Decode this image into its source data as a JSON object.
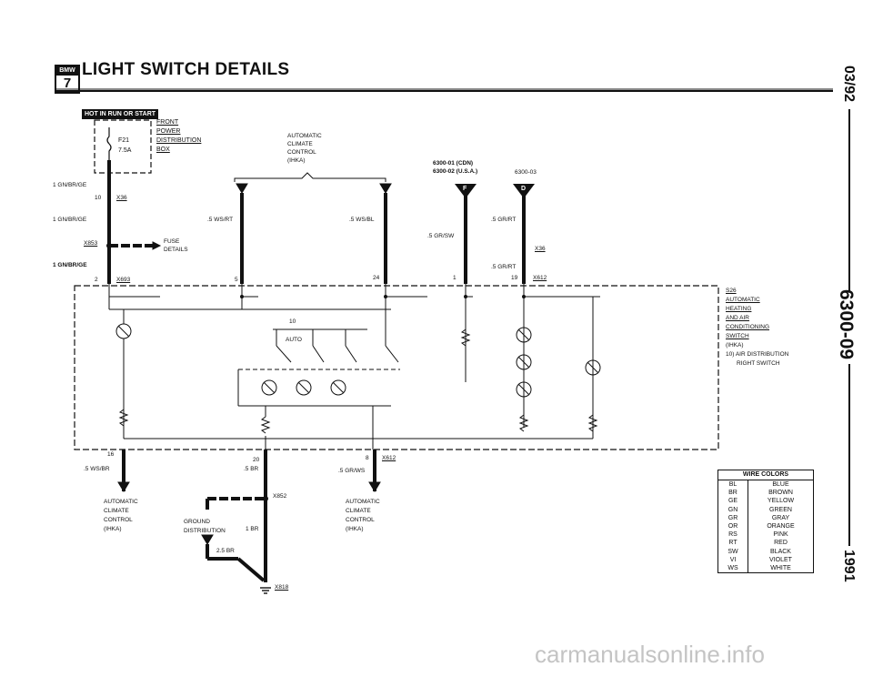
{
  "header": {
    "logo_top": "BMW",
    "logo_bottom": "7",
    "title": "LIGHT SWITCH DETAILS"
  },
  "side": {
    "date": "03/92",
    "code": "6300-09",
    "year": "1991"
  },
  "banner": "HOT IN RUN OR START",
  "fuse": {
    "id": "F21",
    "rating": "7.5A"
  },
  "front_box": [
    "FRONT",
    "POWER",
    "DISTRIBUTION",
    "BOX"
  ],
  "wires": {
    "w1": "1 GN/BR/GE",
    "w2": "1 GN/BR/GE",
    "w3": "1 GN/BR/GE",
    "ws_rt": ".5 WS/RT",
    "ws_bl": ".5 WS/BL",
    "gr_sw": ".5 GR/SW",
    "gr_rt_a": ".5 GR/RT",
    "gr_rt_b": ".5 GR/RT",
    "ws_br": ".5 WS/BR",
    "br": ".5 BR",
    "gr_ws": ".5 GR/WS",
    "br1": "1 BR",
    "br25": "2.5 BR"
  },
  "connectors": {
    "x36a": "X36",
    "x36b": "X36",
    "x853": "X853",
    "x693": "X693",
    "x612a": "X612",
    "x612b": "X612",
    "x852": "X852",
    "x818": "X818"
  },
  "pins": {
    "p10": "10",
    "p2": "2",
    "p5": "5",
    "p24": "24",
    "p1": "1",
    "p19": "19",
    "p16": "16",
    "p20": "20",
    "p8": "8",
    "p10b": "10"
  },
  "fuse_details": [
    "FUSE",
    "DETAILS"
  ],
  "ihka_top": [
    "AUTOMATIC",
    "CLIMATE",
    "CONTROL",
    "(IHKA)"
  ],
  "refs": {
    "r1": "6300-01 (CDN)",
    "r2": "6300-02 (U.S.A.)",
    "r3": "6300-03",
    "f": "F",
    "d": "D"
  },
  "s26": [
    "S26",
    "AUTOMATIC",
    "HEATING",
    "AND AIR",
    "CONDITIONING",
    "SWITCH",
    "(IHKA)",
    "10) AIR DISTRIBUTION",
    "RIGHT SWITCH"
  ],
  "auto_label": "AUTO",
  "ihka_left": [
    "AUTOMATIC",
    "CLIMATE",
    "CONTROL",
    "(IHKA)"
  ],
  "ihka_right": [
    "AUTOMATIC",
    "CLIMATE",
    "CONTROL",
    "(IHKA)"
  ],
  "ground": [
    "GROUND",
    "DISTRIBUTION"
  ],
  "wire_colors": {
    "title": "WIRE COLORS",
    "rows": [
      [
        "BL",
        "BLUE"
      ],
      [
        "BR",
        "BROWN"
      ],
      [
        "GE",
        "YELLOW"
      ],
      [
        "GN",
        "GREEN"
      ],
      [
        "GR",
        "GRAY"
      ],
      [
        "OR",
        "ORANGE"
      ],
      [
        "RS",
        "PINK"
      ],
      [
        "RT",
        "RED"
      ],
      [
        "SW",
        "BLACK"
      ],
      [
        "VI",
        "VIOLET"
      ],
      [
        "WS",
        "WHITE"
      ]
    ]
  },
  "watermark": "carmanualsonline.info"
}
